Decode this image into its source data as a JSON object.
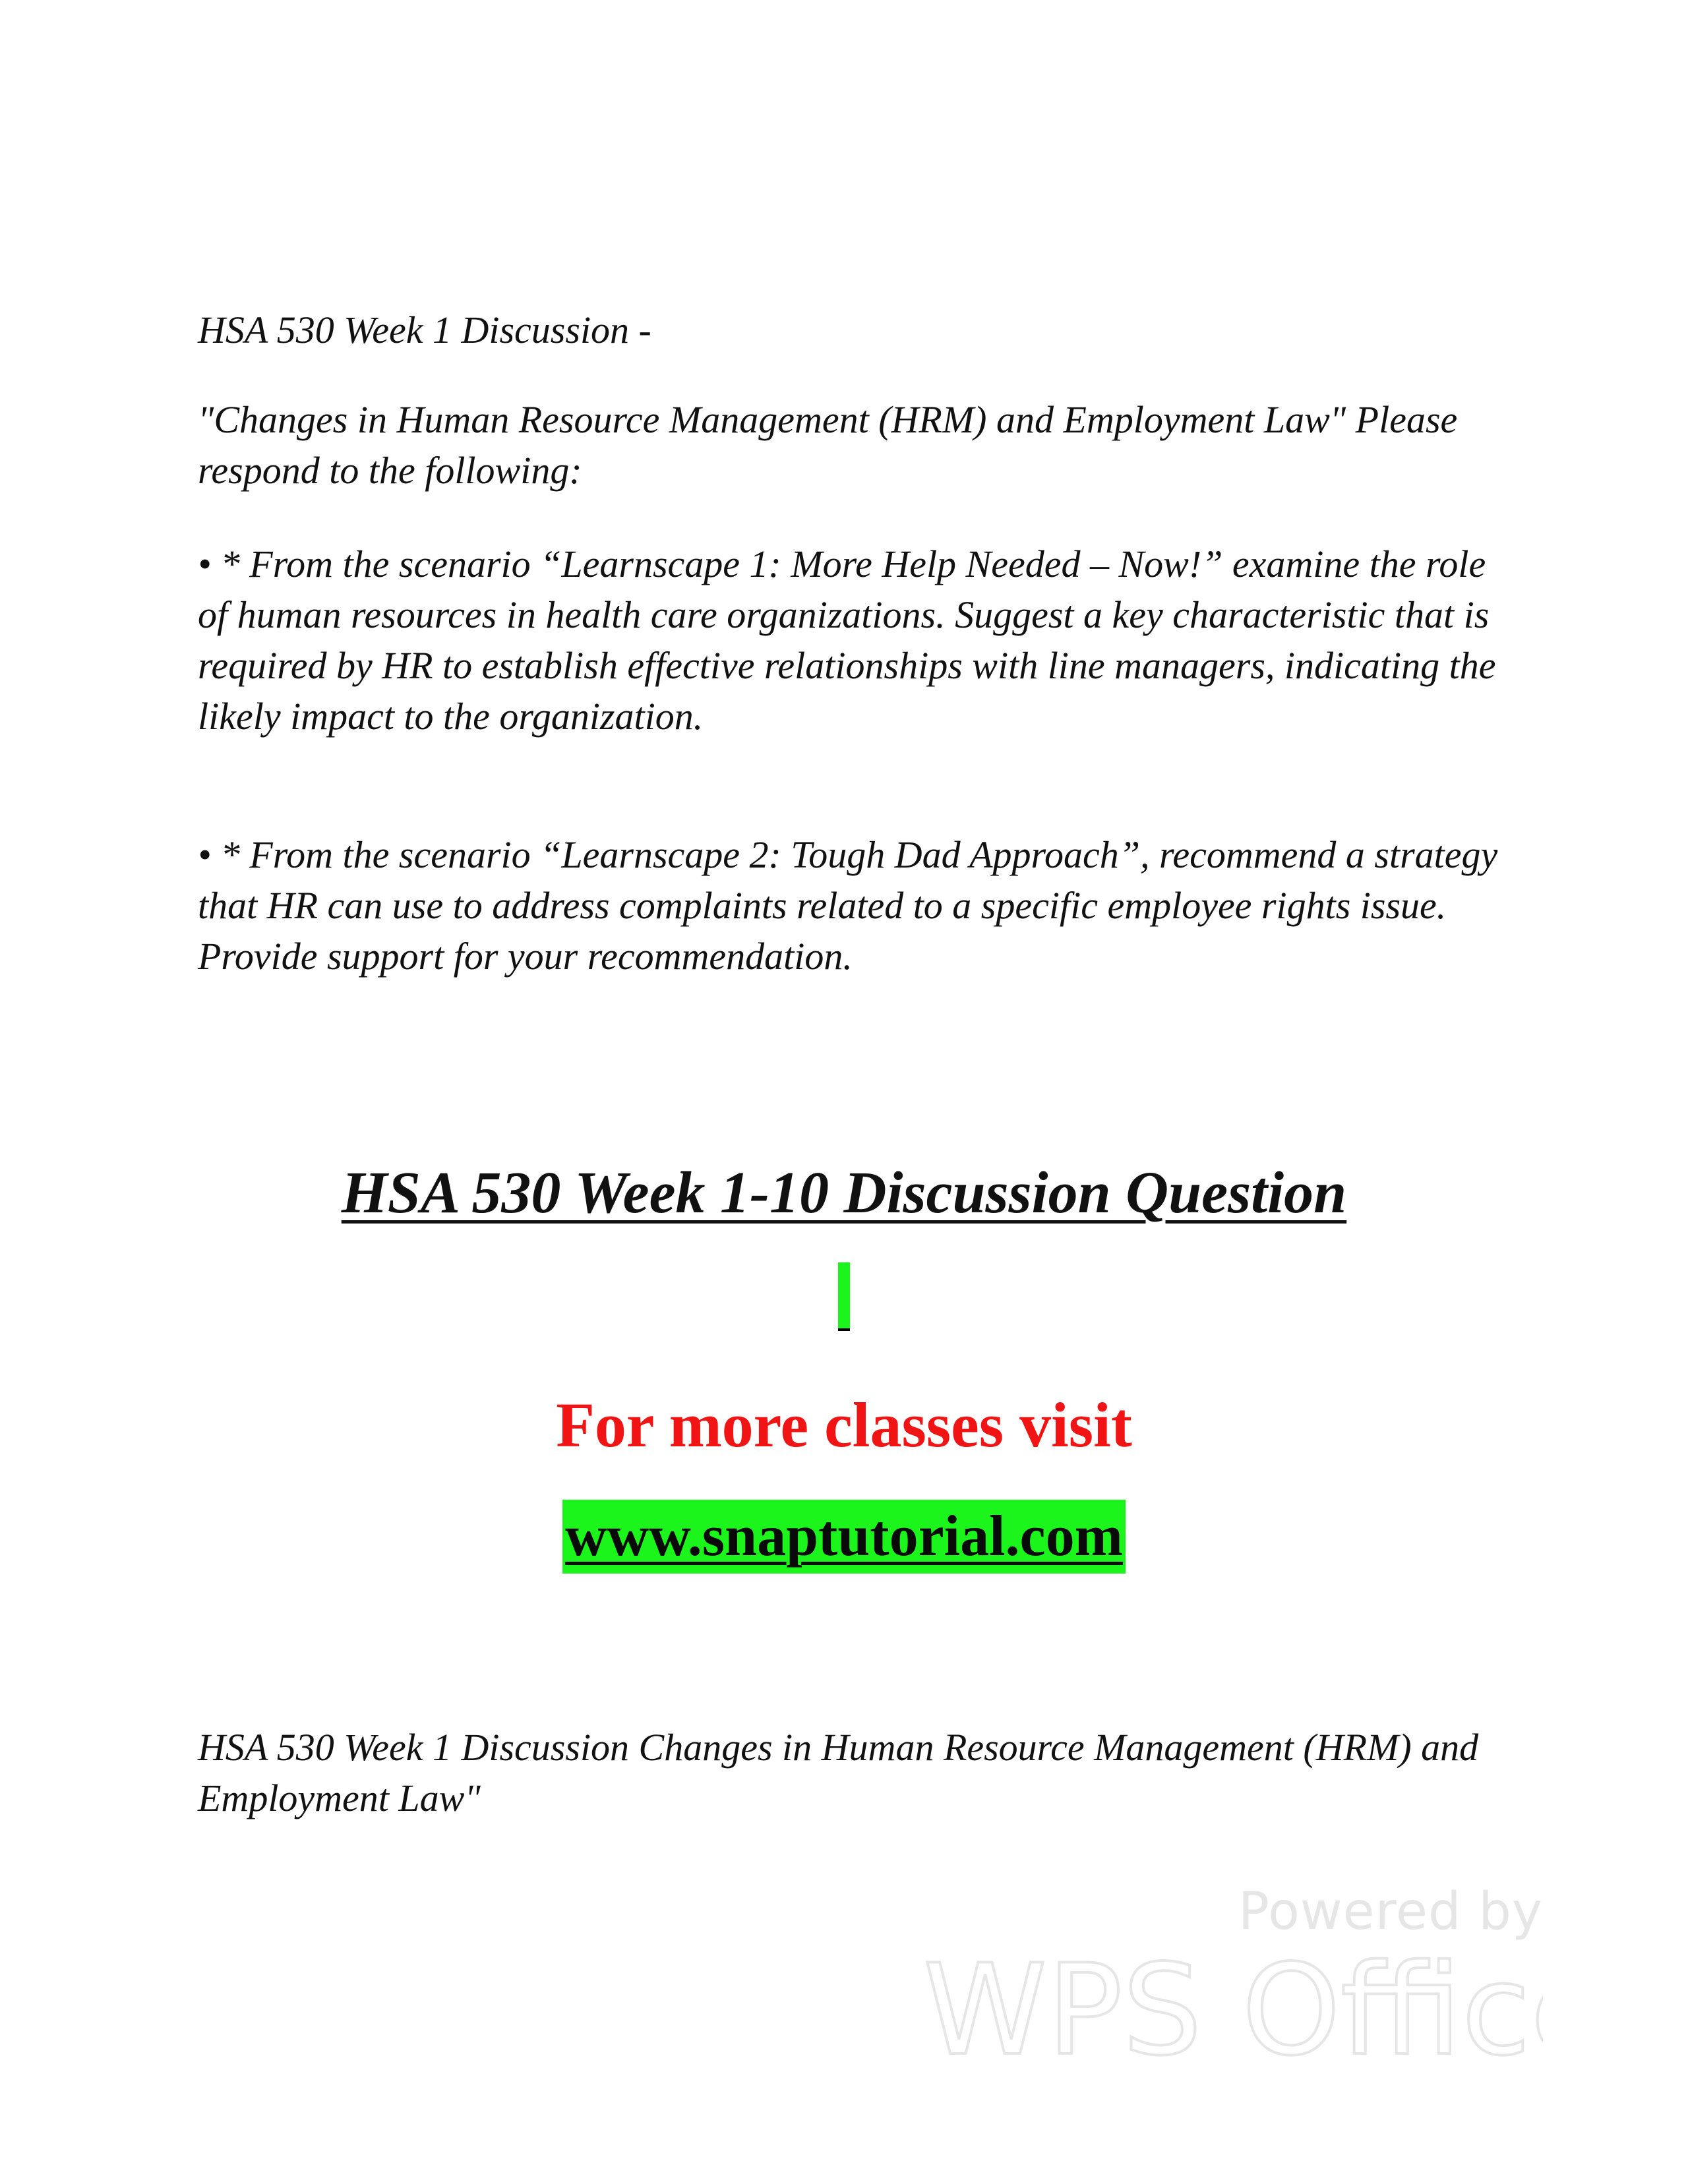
{
  "document": {
    "intro_title": "HSA 530 Week 1 Discussion -",
    "intro_prompt": "\"Changes in Human Resource Management (HRM) and Employment Law\" Please respond to the following:",
    "bullets": [
      "• * From the scenario “Learnscape 1: More Help Needed – Now!” examine the role of human resources in health care organizations. Suggest a key characteristic that is required by HR to establish effective relationships with line managers, indicating the likely impact to the organization.",
      "• * From the scenario “Learnscape 2: Tough Dad Approach”, recommend a strategy that HR can use to address complaints related to a specific employee rights issue. Provide support for your recommendation."
    ],
    "heading": "HSA 530 Week 1-10 Discussion Question",
    "promo_text": "For more classes visit",
    "link_text": "www.snaptutorial.com",
    "footer_text": "HSA 530 Week 1 Discussion Changes in Human Resource Management (HRM) and Employment Law\""
  },
  "watermark": {
    "powered_by": "Powered by",
    "brand": "WPS Office"
  },
  "colors": {
    "promo": "#f11414",
    "highlight": "#1bf51b",
    "watermark": "#e6e6e6"
  }
}
